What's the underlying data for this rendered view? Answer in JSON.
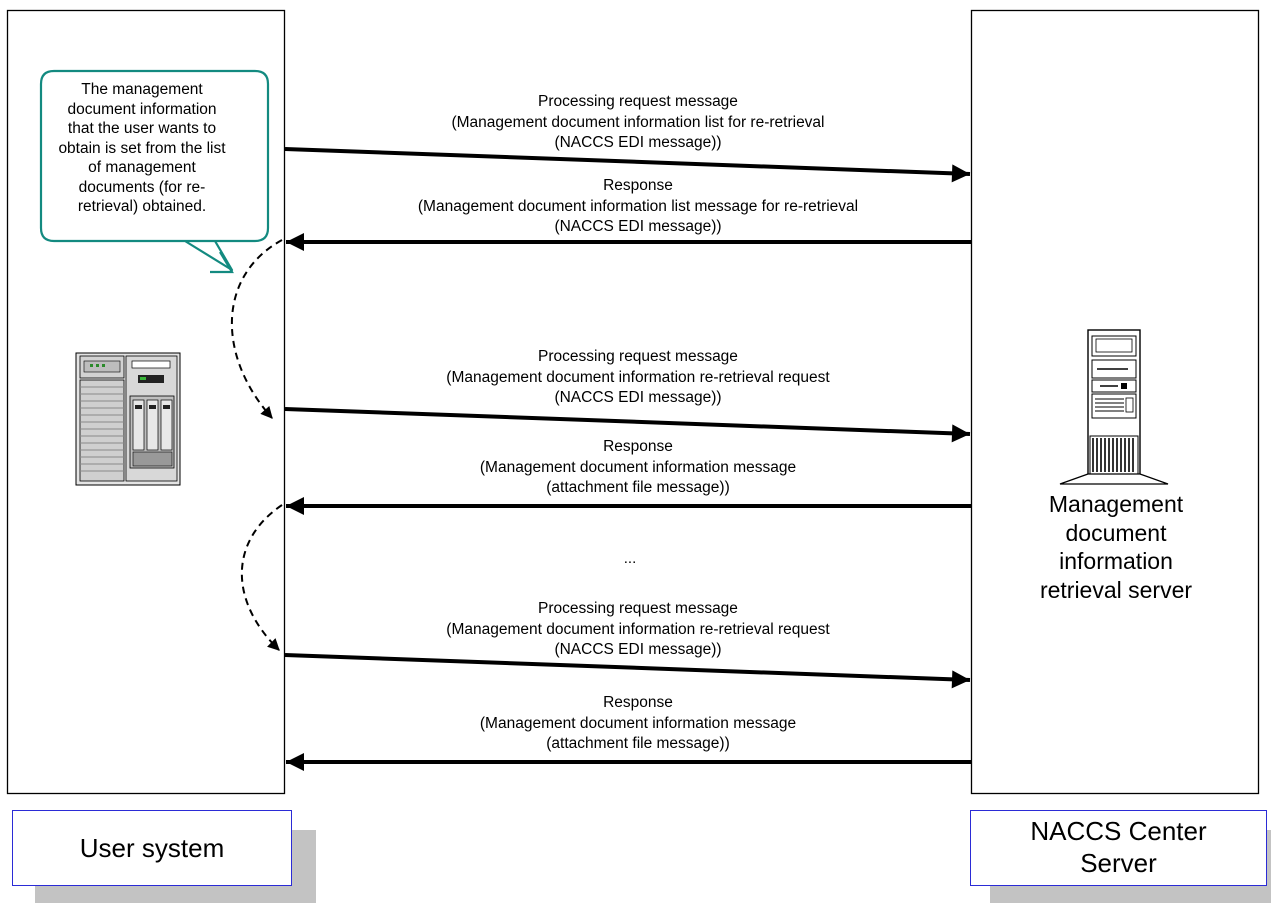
{
  "callout": {
    "lines": [
      "The management",
      "document information",
      "that the user wants to",
      "obtain is set from the list",
      "of management",
      "documents (for re-",
      "retrieval) obtained."
    ]
  },
  "messages": [
    {
      "lines": [
        "Processing request message",
        "(Management document information list for re-retrieval",
        "(NACCS EDI message))"
      ],
      "direction": "to-server"
    },
    {
      "lines": [
        "Response",
        "(Management document information list message for re-retrieval",
        "(NACCS EDI message))"
      ],
      "direction": "to-user"
    },
    {
      "lines": [
        "Processing request message",
        "(Management document information re-retrieval request",
        "(NACCS EDI message))"
      ],
      "direction": "to-server"
    },
    {
      "lines": [
        "Response",
        "(Management document information message",
        "(attachment file message))"
      ],
      "direction": "to-user"
    },
    {
      "lines": [
        "Processing request message",
        "(Management document information re-retrieval request",
        "(NACCS EDI message))"
      ],
      "direction": "to-server"
    },
    {
      "lines": [
        "Response",
        "(Management document information message",
        "(attachment file message))"
      ],
      "direction": "to-user"
    }
  ],
  "ellipsis": "...",
  "server_name": {
    "lines": [
      "Management",
      "document",
      "information",
      "retrieval server"
    ]
  },
  "labels": {
    "user_system": "User system",
    "naccs_server": [
      "NACCS Center",
      "Server"
    ]
  },
  "colors": {
    "callout_border": "#138a80",
    "label_border": "#2b2bd6",
    "label_shadow": "#c3c3c3"
  }
}
